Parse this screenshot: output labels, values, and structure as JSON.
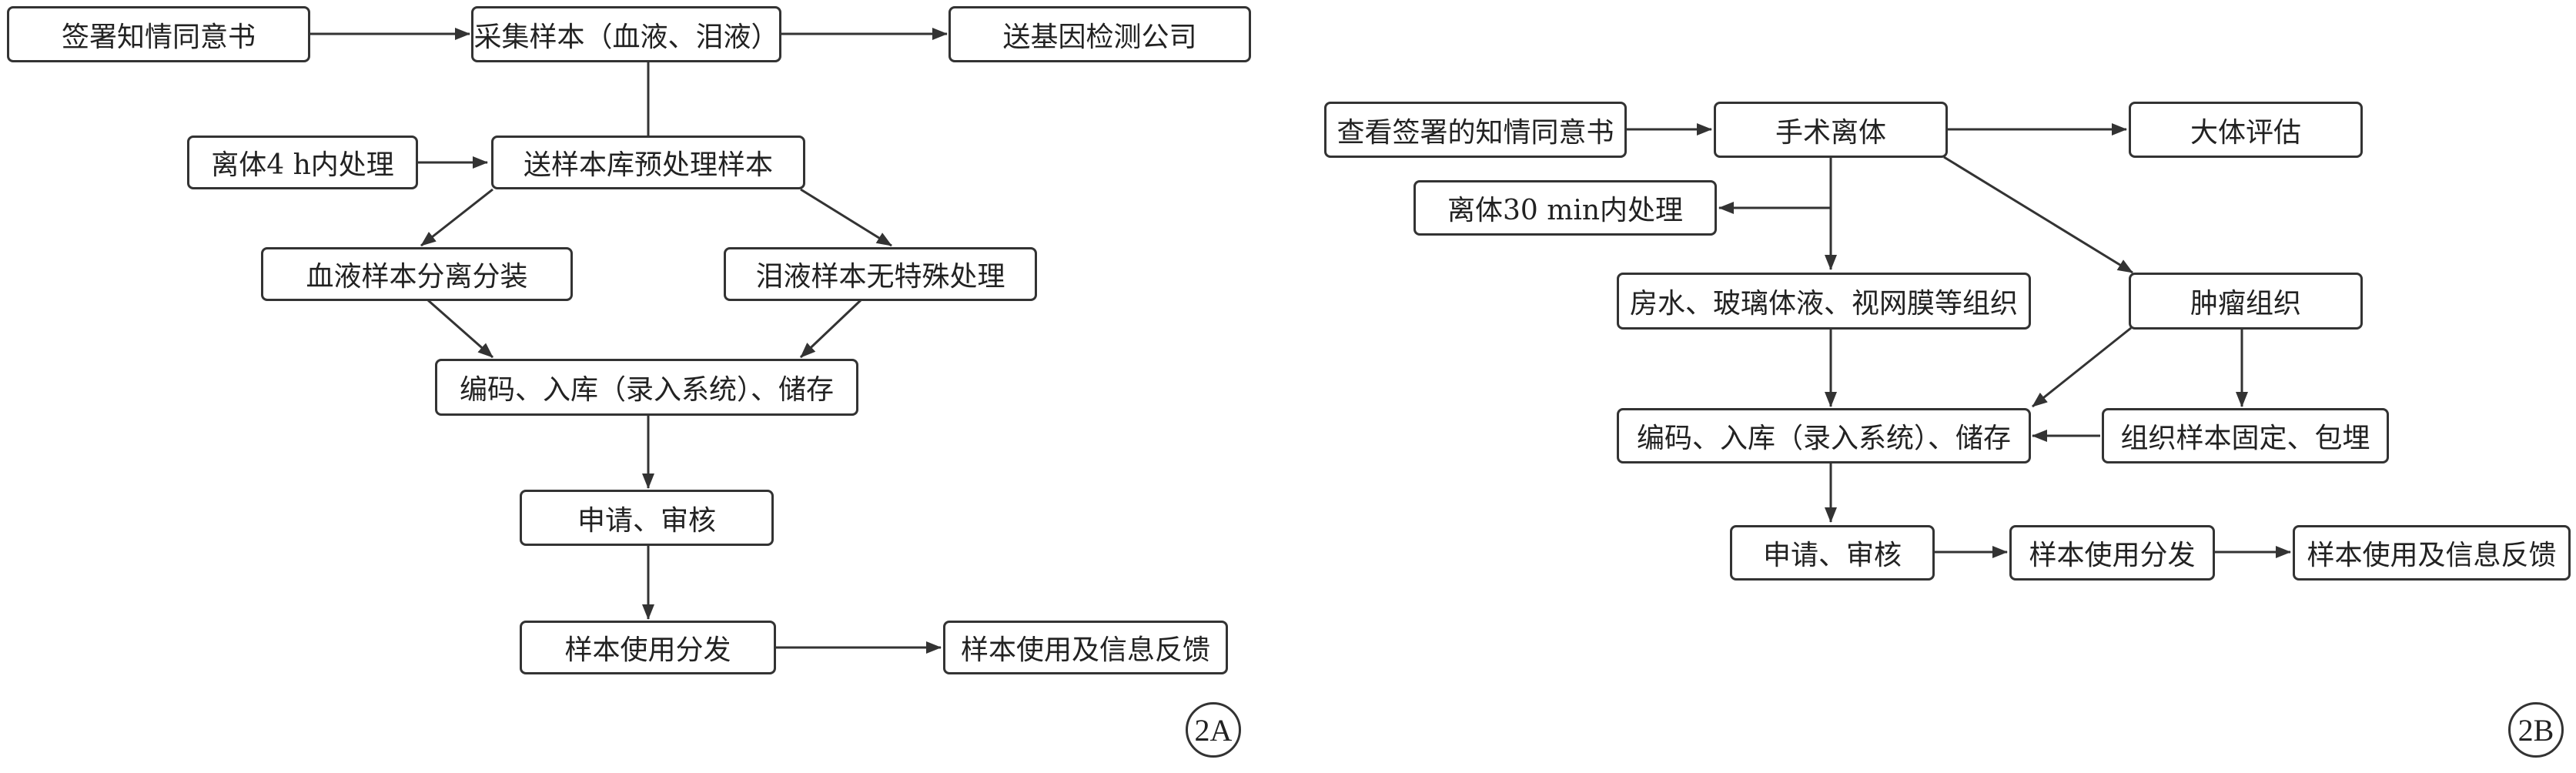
{
  "panelA": {
    "label": "2A",
    "nodes": {
      "consent": "签署知情同意书",
      "collect": "采集样本（血液、泪液）",
      "send_company": "送基因检测公司",
      "within_4h": "离体4 h内处理",
      "biobank_preprocess": "送样本库预处理样本",
      "blood_split": "血液样本分离分装",
      "tear_no_special": "泪液样本无特殊处理",
      "encode_store": "编码、入库（录入系统）、储存",
      "apply_review": "申请、审核",
      "use_dispatch": "样本使用分发",
      "feedback": "样本使用及信息反馈"
    }
  },
  "panelB": {
    "label": "2B",
    "nodes": {
      "check_consent": "查看签署的知情同意书",
      "surgery": "手术离体",
      "gross_eval": "大体评估",
      "within_30min": "离体30 min内处理",
      "aqueous_tissue": "房水、玻璃体液、视网膜等组织",
      "tumor_tissue": "肿瘤组织",
      "encode_store": "编码、入库（录入系统）、储存",
      "fix_embed": "组织样本固定、包埋",
      "apply_review": "申请、审核",
      "use_dispatch": "样本使用分发",
      "feedback": "样本使用及信息反馈"
    }
  }
}
